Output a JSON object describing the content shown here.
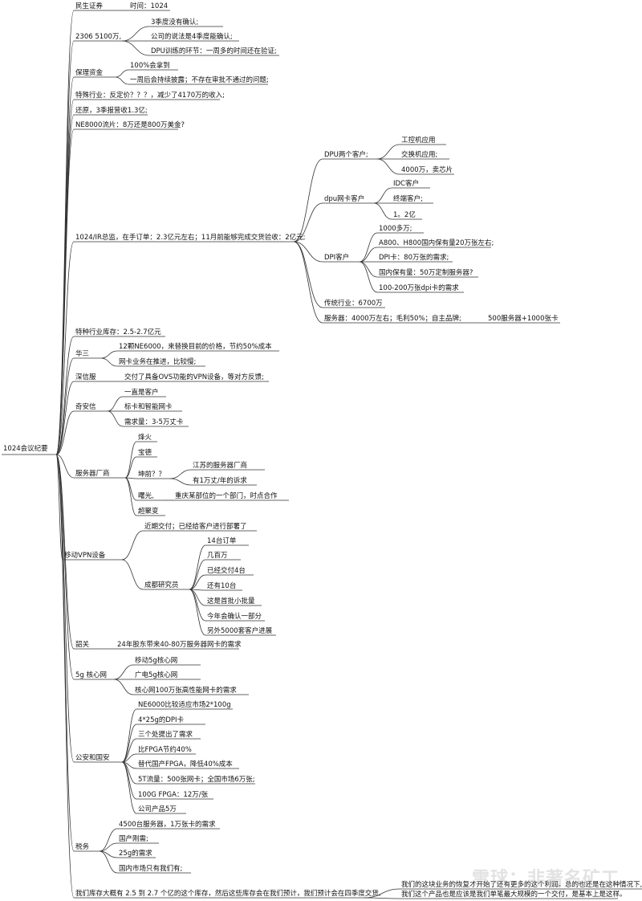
{
  "root": "1024会议纪要",
  "topics": {
    "minsheng": "民生证券",
    "time": "时间：1024",
    "q2306": "2306 5100万,",
    "q2306_a": "3季度没有确认;",
    "q2306_b": "公司的说法是4季度能确认;",
    "q2306_c": "DPU训练的环节：一周多的时间还在验证;",
    "baoli": "保理资金",
    "baoli_a": "100%会拿到",
    "baoli_b": "一周后会持续披露；不存在审批不通过的问题;",
    "teshu": "特殊行业：反定价？？？，减少了4170万的收入;",
    "huanyuan": "还原，3季报营收1.3亿;",
    "ne8000": "NE8000流片：8万还是800万美金?",
    "irtotal": "1024/IR总监，在手订单：2.3亿元左右；11月前能够完成交货验收：2亿元;",
    "dpu_two": "DPU两个客户;",
    "dpu_two_a": "工控机应用",
    "dpu_two_b": "交换机应用;",
    "dpu_two_c": "4000万，卖芯片",
    "dpu_nic": "dpu网卡客户",
    "dpu_nic_a": "IDC客户",
    "dpu_nic_b": "终端客户;",
    "dpu_nic_c": "1。2亿",
    "dpi_cust": "DPI客户",
    "dpi_a": "1000多万;",
    "dpi_b": "A800、H800国内保有量20万张左右;",
    "dpi_c": "DPI卡：80万张的需求;",
    "dpi_d": "国内保有量：50万定制服务器?",
    "dpi_e": "100-200万张dpi卡的需求",
    "trad": "传统行业：6700万",
    "server": "服务器：4000万左右；毛利50%；自主品牌;",
    "server_a": "500服务器+1000张卡",
    "teshu_stock": "特种行业库存：2.5-2.7亿元",
    "h3c": "华三",
    "h3c_a": "12颗NE6000，来替换目前的价格，节约50%成本",
    "h3c_b": "网卡业务在推进，比较慢;",
    "sxf": "深信服",
    "sxf_a": "交付了具备OVS功能的VPN设备，等对方反馈;",
    "qax": "奇安信",
    "qax_a": "一直是客户",
    "qax_b": "标卡和智能网卡",
    "qax_c": "需求量：3-5万丈卡",
    "srv_maker": "服务器厂商",
    "srv_a": "烽火",
    "srv_b": "宝德",
    "srv_c": "坤前？？",
    "srv_c1": "江苏的服务器厂商",
    "srv_c2": "有1万丈/年的诉求",
    "srv_d": "曙光,",
    "srv_d1": "重庆某部位的一个部门，时点合作",
    "srv_e": "超聚变",
    "mob": "移动VPN设备",
    "mob_a": "近期交付；已经给客户进行部署了",
    "mob_b": "成都研究员",
    "mob_b1": "14台订单",
    "mob_b2": "几百万",
    "mob_b3": "已经交付4台",
    "mob_b4": "还有10台",
    "mob_b5": "这是首批小批量",
    "mob_b6": "今年会确认一部分",
    "mob_b7": "另外5000套客户进展",
    "shaoguan": "韶关",
    "shaoguan_a": "24年股东带来40-80万服务器网卡的需求",
    "g5": "5g 核心网",
    "g5_a": "移动5g核心网",
    "g5_b": "广电5g核心网",
    "g5_c": "核心网100万张高性能网卡的需求",
    "gongan": "公安和国安",
    "ga_a": "NE6000比较适应市场2*100g",
    "ga_b": "4*25g的DPI卡",
    "ga_c": "三个处提出了需求",
    "ga_d": "比FPGA节约40%",
    "ga_e": "替代国产FPGA，降低40%成本",
    "ga_f": "5T流量：500张网卡；全国市场6万张;",
    "ga_g": "100G FPGA：12万/张",
    "ga_h": "公司产品5万",
    "shuiwu": "税务",
    "sw_a": "4500台服务器，1万张卡的需求",
    "sw_b": "国产刚需;",
    "sw_c": "25g的需求",
    "sw_d": "国内市场只有我们有;",
    "kucun": "我们库存大概有 2.5 到 2.7 个亿的这个库存，然后这些库存会在我们预计，我们预计会在四季度交货,",
    "kucun_a1": "我们的这块业务的恢复才开始了还有更多的这个利润。总的也还是在这种情况下,",
    "kucun_a2": "我们这个产品也是应该是我们单笔最大规模的一个交付，是基本上是这样。"
  },
  "watermark": "雪球：非著名矿工",
  "colors": {
    "line": "#333333",
    "text": "#111111",
    "background": "#ffffff"
  }
}
